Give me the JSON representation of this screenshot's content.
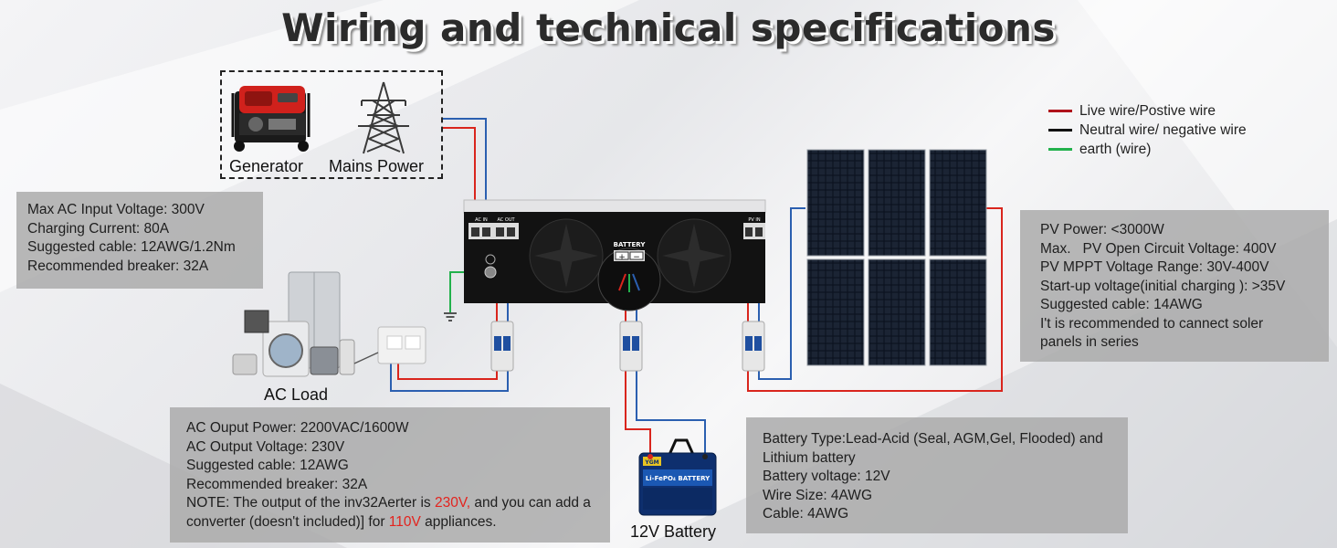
{
  "title": "Wiring and technical specifications",
  "legend": [
    {
      "label": "Live wire/Postive wire",
      "color": "#b0121b"
    },
    {
      "label": "Neutral wire/ negative wire",
      "color": "#111111"
    },
    {
      "label": "earth (wire)",
      "color": "#22b14c"
    }
  ],
  "sources": {
    "generator": "Generator",
    "mains": "Mains Power"
  },
  "ac_input_box": [
    "Max AC Input Voltage: 300V",
    "Charging Current: 80A",
    "Suggested cable: 12AWG/1.2Nm",
    "Recommended breaker: 32A"
  ],
  "pv_box": [
    "PV Power: <3000W",
    "Max.   PV Open Circuit Voltage: 400V",
    "PV MPPT Voltage Range: 30V-400V",
    "Start-up voltage(initial charging ): >35V",
    "Suggested cable: 14AWG",
    "I't is recommended to cannect soler panels in series"
  ],
  "ac_output_box": {
    "lines": [
      "AC Ouput Power: 2200VAC/1600W",
      "AC Output Voltage: 230V",
      "Suggested cable: 12AWG",
      "Recommended breaker: 32A"
    ],
    "note_1": "NOTE: The output of the inv32Aerter is ",
    "note_v1": "230V,",
    "note_2": " and you can add a converter (doesn't included)] for ",
    "note_v2": "110V",
    "note_3": " appliances."
  },
  "battery_box": [
    "Battery Type:Lead-Acid (Seal, AGM,Gel, Flooded) and Lithium battery",
    "Battery voltage: 12V",
    "Wire Size: 4AWG",
    "Cable: 4AWG"
  ],
  "labels": {
    "ac_load": "AC Load",
    "battery": "12V Battery"
  },
  "inverter": {
    "battery_port": "BATTERY",
    "ac_in": "AC IN",
    "ac_out": "AC OUT",
    "pv_in": "PV IN"
  },
  "battery_labels": {
    "brand": "YGM",
    "type": "Li-FePO₄ BATTERY"
  },
  "colors": {
    "live": "#d9251d",
    "neutral": "#2b5fb0",
    "earth": "#22b14c"
  }
}
